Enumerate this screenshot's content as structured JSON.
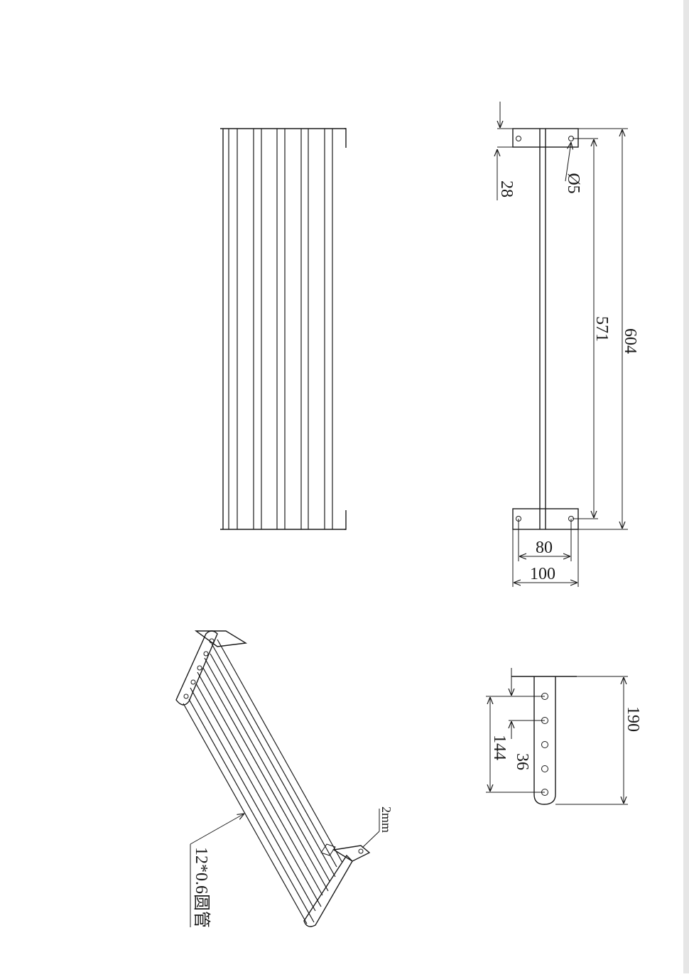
{
  "drawing": {
    "dimensions": {
      "length_total": "604",
      "hole_spacing_length": "571",
      "hole_diameter": "Ø5",
      "offset_top": "28",
      "bracket_hole_spacing": "80",
      "bracket_width": "100",
      "depth_total": "190",
      "hole_pitch": "36",
      "hole_span": "144"
    },
    "annotations": {
      "tube_spec": "12*0.6圆管",
      "plate_thickness": "2mm"
    }
  },
  "colors": {
    "line": "#1a1a1a",
    "background": "#ffffff"
  }
}
